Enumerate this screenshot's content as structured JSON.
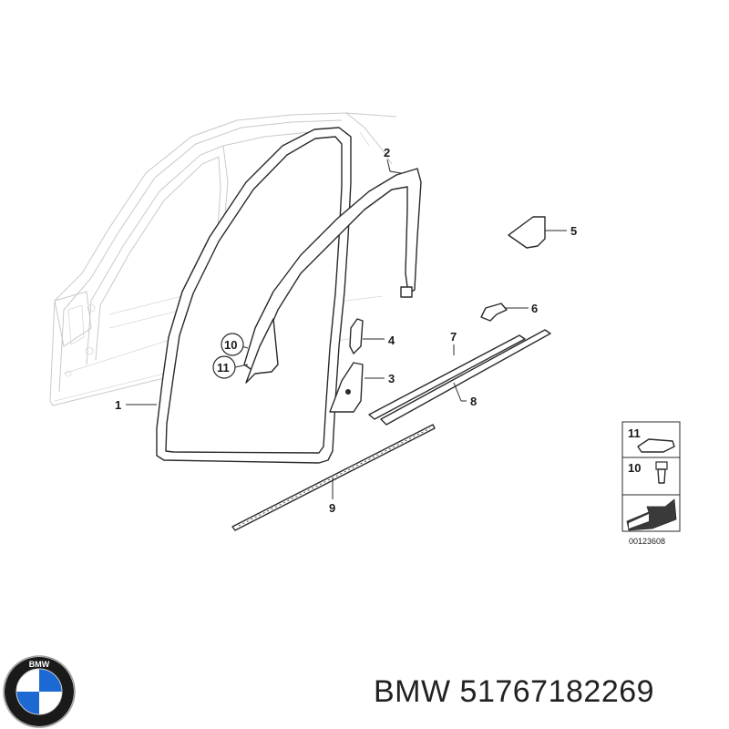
{
  "diagram": {
    "callouts": [
      "1",
      "2",
      "3",
      "4",
      "5",
      "6",
      "7",
      "8",
      "9",
      "10",
      "11"
    ],
    "legend": {
      "top_label": "11",
      "mid_label": "10"
    },
    "drawing_code": "00123608"
  },
  "caption": {
    "brand": "BMW",
    "part_number": "51767182269"
  },
  "logo": {
    "text": "BMW",
    "colors": {
      "blue": "#1c69d4",
      "white": "#ffffff",
      "ring": "#1a1a1a"
    }
  }
}
